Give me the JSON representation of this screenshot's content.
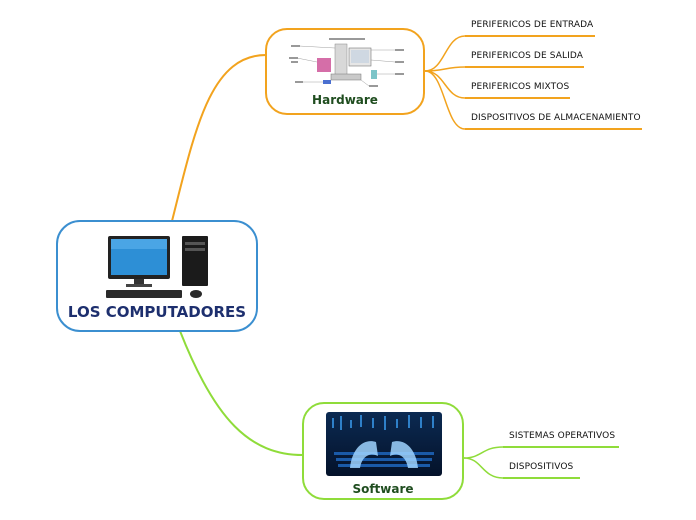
{
  "central": {
    "title": "LOS COMPUTADORES",
    "image_icon": "desktop-computer-icon"
  },
  "branches": [
    {
      "title": "Hardware",
      "image_icon": "computer-components-diagram-icon",
      "color": "#f2a31e",
      "children": [
        "PERIFERICOS DE ENTRADA",
        "PERIFERICOS DE SALIDA",
        "PERIFERICOS MIXTOS",
        "DISPOSITIVOS DE ALMACENAMIENTO"
      ]
    },
    {
      "title": "Software",
      "image_icon": "hands-typing-keyboard-icon",
      "color": "#8fdc3a",
      "children": [
        "SISTEMAS OPERATIVOS",
        "DISPOSITIVOS"
      ]
    }
  ],
  "colors": {
    "central_border": "#3b8fd0",
    "title_text": "#1d2f6e"
  }
}
